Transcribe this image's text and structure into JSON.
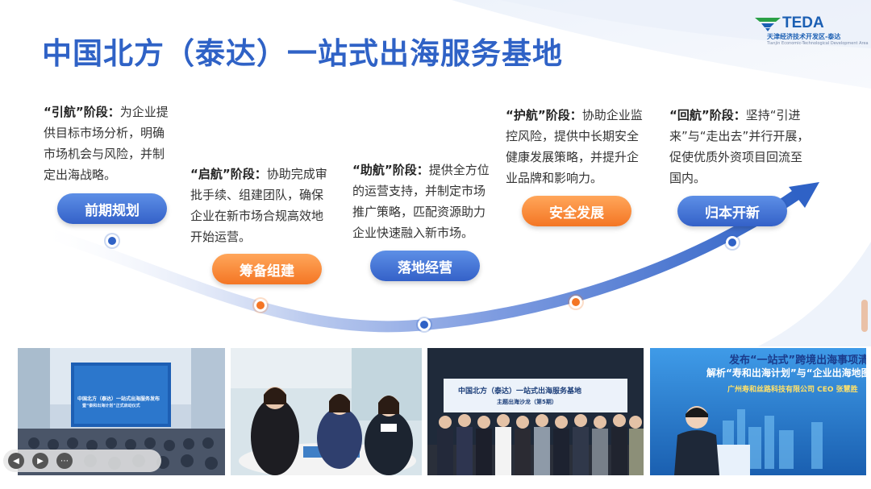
{
  "title": "中国北方（泰达）一站式出海服务基地",
  "logo": {
    "name": "TEDA",
    "subtitle": "天津经济技术开发区-泰达",
    "subtitle_en": "Tianjin Economic-Technological Development Area"
  },
  "stages": [
    {
      "pill": "前期规划",
      "color": "blue",
      "head": "“引航”阶段：",
      "text": "为企业提供目标市场分析，明确市场机会与风险，并制定出海战略。"
    },
    {
      "pill": "筹备组建",
      "color": "orange",
      "head": "“启航”阶段：",
      "text": "协助完成审批手续、组建团队，确保企业在新市场合规高效地开始运营。"
    },
    {
      "pill": "落地经营",
      "color": "blue",
      "head": "“助航”阶段：",
      "text": "提供全方位的运营支持，并制定市场推广策略，匹配资源助力企业快速融入新市场。"
    },
    {
      "pill": "安全发展",
      "color": "orange",
      "head": "“护航”阶段：",
      "text": "协助企业监控风险，提供中长期安全健康发展策略，并提升企业品牌和影响力。"
    },
    {
      "pill": "归本开新",
      "color": "blue",
      "head": "“回航”阶段：",
      "text": "坚持“引进来”与“走出去”并行开展，促使优质外资项目回流至国内。"
    }
  ],
  "photos": [
    {
      "screen_line1": "中国北方（泰达）一站式出海服务发布",
      "screen_line2": "暨“秦和出海计划”正式启动仪式"
    },
    {},
    {
      "banner_line1": "中国北方（泰达）一站式出海服务基地",
      "banner_line2": "主题出海沙龙（第5期）"
    },
    {
      "line1": "发布“一站式”跨境出海事项清单",
      "line2": "解析“寿和出海计划”与“企业出海地图”",
      "line3": "广州寿和丝路科技有限公司 CEO 张慧胜"
    }
  ]
}
